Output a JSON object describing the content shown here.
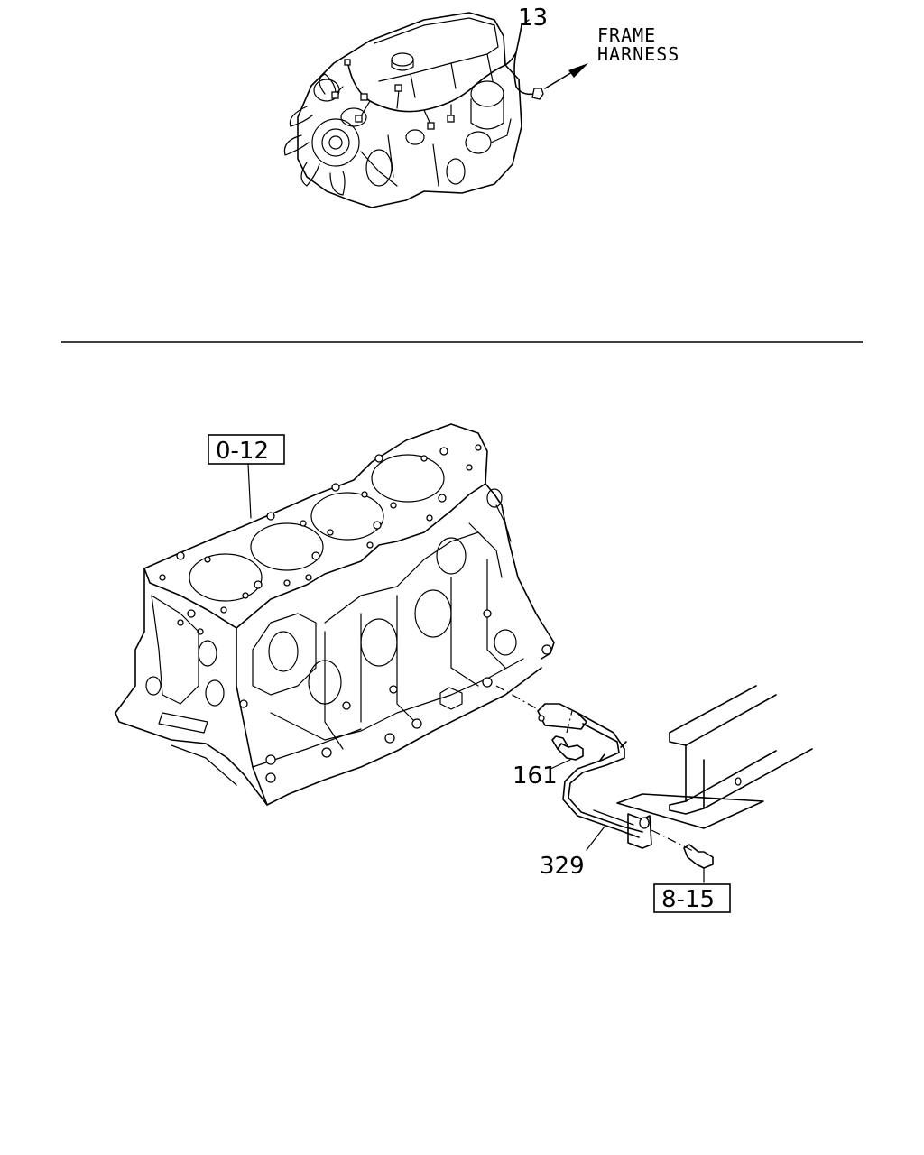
{
  "top_view": {
    "callout_13": "13",
    "frame_label_line1": "FRAME",
    "frame_label_line2": "HARNESS"
  },
  "main_view": {
    "ref_block": "0-12",
    "part_161": "161",
    "part_329": "329",
    "ref_bolt": "8-15"
  }
}
